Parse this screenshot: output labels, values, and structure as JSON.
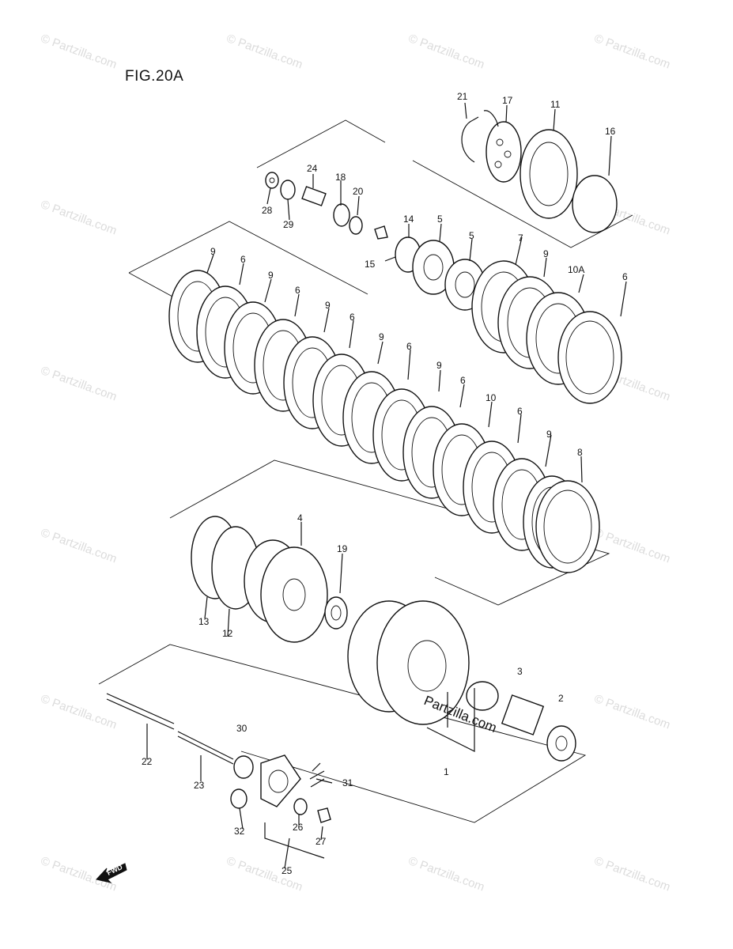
{
  "figure": {
    "title": "FIG.20A"
  },
  "watermark": {
    "text": "© Partzilla.com",
    "center_text": "Partzilla.com"
  },
  "fwd_label": "FWD",
  "callouts": {
    "p1": "1",
    "p2": "2",
    "p3": "3",
    "p4": "4",
    "p5a": "5",
    "p5b": "5",
    "p6a": "6",
    "p6b": "6",
    "p6c": "6",
    "p6d": "6",
    "p6e": "6",
    "p6f": "6",
    "p6g": "6",
    "p7": "7",
    "p8": "8",
    "p9a": "9",
    "p9b": "9",
    "p9c": "9",
    "p9d": "9",
    "p9e": "9",
    "p9f": "9",
    "p9g": "9",
    "p10": "10",
    "p10a": "10A",
    "p11": "11",
    "p12": "12",
    "p13": "13",
    "p14": "14",
    "p15": "15",
    "p16": "16",
    "p17": "17",
    "p18": "18",
    "p19": "19",
    "p20": "20",
    "p21": "21",
    "p22": "22",
    "p23": "23",
    "p24": "24",
    "p25": "25",
    "p26": "26",
    "p27": "27",
    "p28": "28",
    "p29": "29",
    "p30": "30",
    "p31": "31",
    "p32": "32"
  }
}
